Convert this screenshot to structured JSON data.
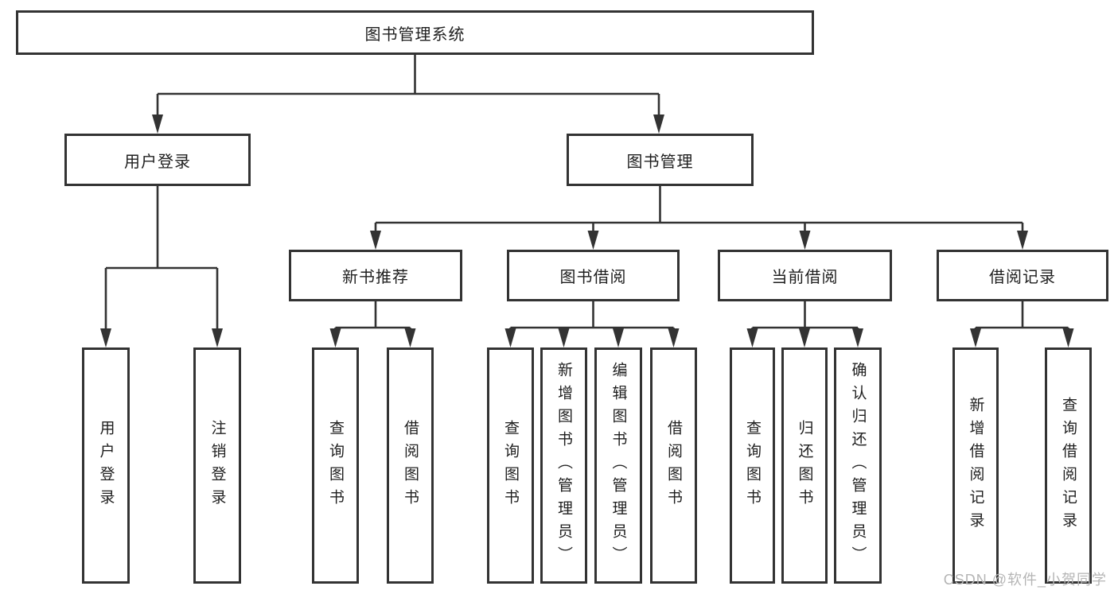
{
  "diagram": {
    "type": "hierarchy-diagram",
    "watermark": "CSDN @软件_小贺同学",
    "colors": {
      "line": "#333333",
      "box_border": "#333333",
      "box_fill": "#ffffff",
      "text": "#1f1f1f",
      "watermark": "#b5b5b5",
      "background": "#ffffff"
    },
    "tree": {
      "label": "图书管理系统",
      "children": [
        {
          "label": "用户登录",
          "children": [
            {
              "label": "用户登录"
            },
            {
              "label": "注销登录"
            }
          ]
        },
        {
          "label": "图书管理",
          "children": [
            {
              "label": "新书推荐",
              "children": [
                {
                  "label": "查询图书"
                },
                {
                  "label": "借阅图书"
                }
              ]
            },
            {
              "label": "图书借阅",
              "children": [
                {
                  "label": "查询图书"
                },
                {
                  "label": "新增图书（管理员）"
                },
                {
                  "label": "编辑图书（管理员）"
                },
                {
                  "label": "借阅图书"
                }
              ]
            },
            {
              "label": "当前借阅",
              "children": [
                {
                  "label": "查询图书"
                },
                {
                  "label": "归还图书"
                },
                {
                  "label": "确认归还（管理员）"
                }
              ]
            },
            {
              "label": "借阅记录",
              "children": [
                {
                  "label": "新增借阅记录"
                },
                {
                  "label": "查询借阅记录"
                }
              ]
            }
          ]
        }
      ]
    }
  }
}
